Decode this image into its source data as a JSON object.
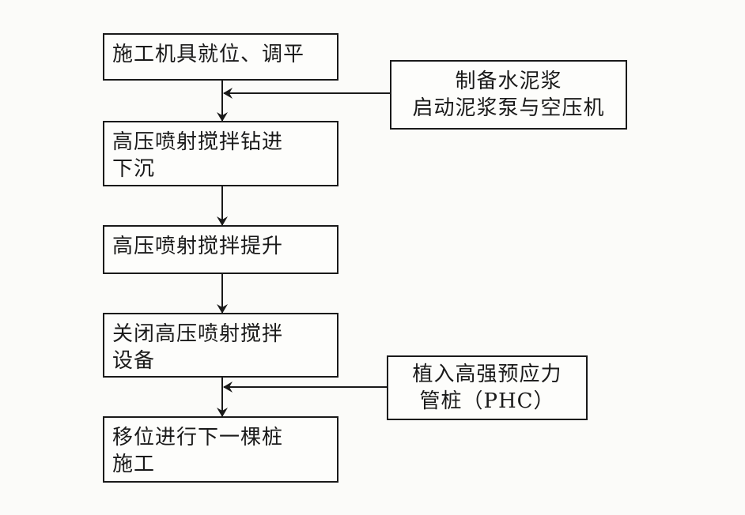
{
  "flowchart": {
    "steps": [
      {
        "lines": [
          "施工机具就位、调平"
        ]
      },
      {
        "lines": [
          "高压喷射搅拌钻进",
          "下沉"
        ]
      },
      {
        "lines": [
          "高压喷射搅拌提升"
        ]
      },
      {
        "lines": [
          "关闭高压喷射搅拌",
          "设备"
        ]
      },
      {
        "lines": [
          "移位进行下一棵桩",
          "施工"
        ]
      }
    ],
    "inputs": [
      {
        "lines": [
          "制备水泥浆",
          "启动泥浆泵与空压机"
        ]
      },
      {
        "lines": [
          "植入高强预应力",
          "管桩（PHC）"
        ]
      }
    ]
  },
  "colors": {
    "line": "#1a1a1a",
    "background": "#fbfbf9"
  }
}
